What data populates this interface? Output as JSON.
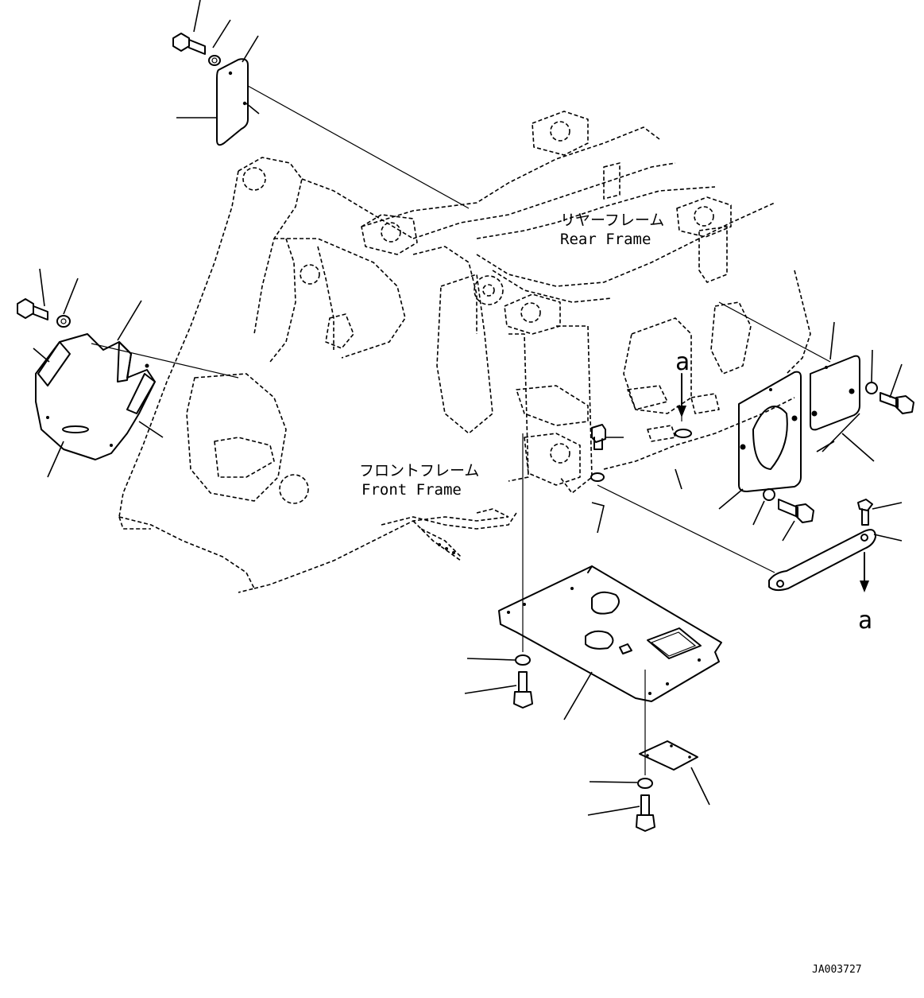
{
  "labels": {
    "rear_frame_jp": "リヤーフレーム",
    "rear_frame_en": "Rear Frame",
    "front_frame_jp": "フロントフレーム",
    "front_frame_en": "Front Frame",
    "view_marker_top": "a",
    "view_marker_bottom": "a",
    "drawing_number": "JA003727"
  }
}
